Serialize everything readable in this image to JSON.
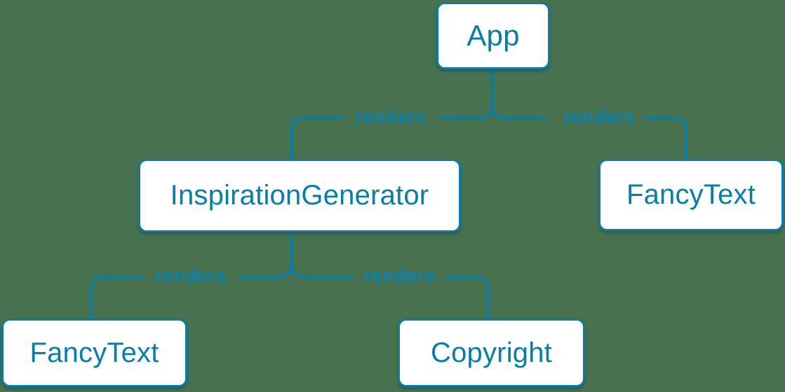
{
  "diagram": {
    "type": "tree",
    "description": "React render tree diagram",
    "background_color": "#48714F",
    "accent_color": "#087ea4",
    "node_fill_color": "#ffffff",
    "edge_label_color": "#0a84ae",
    "nodes": [
      {
        "id": "app",
        "label": "App"
      },
      {
        "id": "inspiration-generator",
        "label": "InspirationGenerator"
      },
      {
        "id": "fancy-text-1",
        "label": "FancyText"
      },
      {
        "id": "fancy-text-2",
        "label": "FancyText"
      },
      {
        "id": "copyright",
        "label": "Copyright"
      }
    ],
    "edges": [
      {
        "from": "App",
        "to": "InspirationGenerator",
        "label": "renders"
      },
      {
        "from": "App",
        "to": "FancyText",
        "label": "renders"
      },
      {
        "from": "InspirationGenerator",
        "to": "FancyText",
        "label": "renders"
      },
      {
        "from": "InspirationGenerator",
        "to": "Copyright",
        "label": "renders"
      }
    ]
  }
}
